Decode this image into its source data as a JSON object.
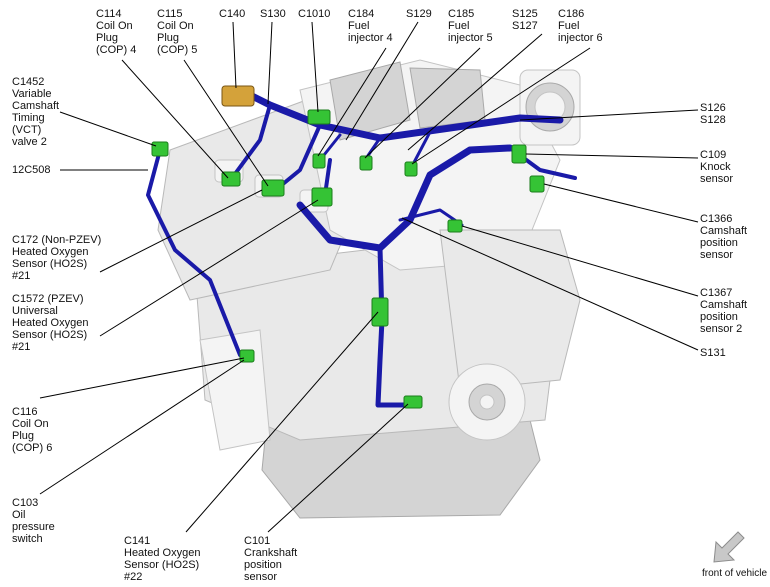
{
  "labels": {
    "c114": [
      "C114",
      "Coil On",
      "Plug",
      "(COP) 4"
    ],
    "c115": [
      "C115",
      "Coil On",
      "Plug",
      "(COP) 5"
    ],
    "c140": [
      "C140"
    ],
    "s130": [
      "S130"
    ],
    "c1010": [
      "C1010"
    ],
    "c184": [
      "C184",
      "Fuel",
      "injector 4"
    ],
    "s129": [
      "S129"
    ],
    "c185": [
      "C185",
      "Fuel",
      "injector 5"
    ],
    "s125": [
      "S125",
      "S127"
    ],
    "c186": [
      "C186",
      "Fuel",
      "injector 6"
    ],
    "c1452": [
      "C1452",
      "Variable",
      "Camshaft",
      "Timing",
      "(VCT)",
      "valve 2"
    ],
    "s126": [
      "S126",
      "S128"
    ],
    "c109": [
      "C109",
      "Knock",
      "sensor"
    ],
    "c12c508": [
      "12C508"
    ],
    "c172": [
      "C172   (Non-PZEV)",
      "Heated Oxygen",
      "Sensor (HO2S)",
      "#21"
    ],
    "c1366": [
      "C1366",
      "Camshaft",
      "position",
      "sensor"
    ],
    "c1572": [
      "C1572   (PZEV)",
      "Universal",
      "Heated Oxygen",
      "Sensor (HO2S)",
      "#21"
    ],
    "c1367": [
      "C1367",
      "Camshaft",
      "position",
      "sensor 2"
    ],
    "s131": [
      "S131"
    ],
    "c116": [
      "C116",
      "Coil On",
      "Plug",
      "(COP) 6"
    ],
    "c103": [
      "C103",
      "Oil",
      "pressure",
      "switch"
    ],
    "c141": [
      "C141",
      "Heated Oxygen",
      "Sensor (HO2S)",
      "#22"
    ],
    "c101": [
      "C101",
      "Crankshaft",
      "position",
      "sensor"
    ]
  },
  "front_of_vehicle": "front of vehicle",
  "colors": {
    "harness": "#1a1aa8",
    "connector": "#35c335",
    "engine": "#e9e9e9"
  }
}
